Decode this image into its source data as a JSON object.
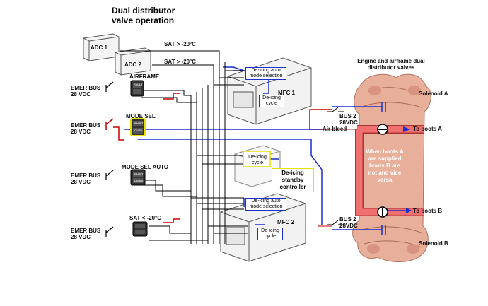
{
  "title": "Dual distributor valve operation",
  "title_line1": "Dual distributor",
  "title_line2": "valve operation",
  "adc1": "ADC 1",
  "adc2": "ADC 2",
  "sat_adc1": "SAT > -20°C",
  "sat_adc2": "SAT > -20°C",
  "sat_low": "SAT < -20°C",
  "airframe": "AIRFRAME",
  "mode_sel": "MODE SEL",
  "mode_sel_auto": "MODE SEL AUTO",
  "emer_bus": [
    "EMER BUS",
    "28 VDC"
  ],
  "fault_label": "FAULT",
  "ovrd_label": "OVRD",
  "dis_label": "DISAG",
  "mfc1": "MFC 1",
  "mfc2": "MFC 2",
  "auto_mode_selection": [
    "De-icing auto",
    "mode selection"
  ],
  "deicing_cycle": [
    "De-icing",
    "cycle"
  ],
  "standby_controller": [
    "De-icing",
    "standby",
    "controller"
  ],
  "valves_title": [
    "Engine and airframe dual",
    "distributor valves"
  ],
  "solenoid_a": "Solenoid A",
  "solenoid_b": "Solenoid B",
  "bus2": [
    "BUS 2",
    "28VDC"
  ],
  "air_bleed": "Air bleed",
  "to_boots_a": "To boots A",
  "to_boots_b": "To boots B",
  "boots_note": [
    "When boots A",
    "are supplied",
    "boots B are",
    "not and vice",
    "versa"
  ],
  "colors": {
    "bus_red": "#cc0000",
    "signal_blue": "#1a2fcc",
    "air_pink": "#f07070",
    "yellow": "#e8e000",
    "wire": "#000000"
  }
}
